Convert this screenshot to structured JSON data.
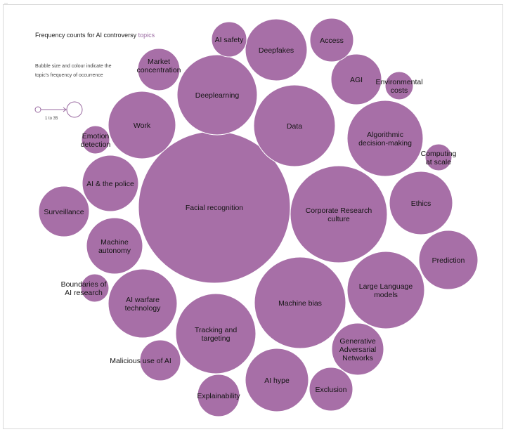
{
  "corner_mark": "—",
  "header": {
    "title_prefix": "Frequency counts for AI controversy ",
    "title_accent": "topics",
    "subtitle": "Bubble size and colour indicate the topic's frequency of occurrence",
    "legend_scale": "1 to 35"
  },
  "colors": {
    "bubble": "#a76fa7",
    "accent": "#9a6aa1",
    "label": "#141414"
  },
  "chart_data": {
    "type": "bubble",
    "title": "Frequency counts for AI controversy topics",
    "subtitle": "Bubble size and colour indicate the topic's frequency of occurrence",
    "size_scale": "1 to 35",
    "topics": [
      {
        "name": "Facial recognition",
        "relative_size": 35
      },
      {
        "name": "Corporate Research culture",
        "relative_size": 12.5
      },
      {
        "name": "Data",
        "relative_size": 12
      },
      {
        "name": "Machine bias",
        "relative_size": 10.5
      },
      {
        "name": "Deeplearning",
        "relative_size": 7.5
      },
      {
        "name": "Algorithmic decision-making",
        "relative_size": 7.5
      },
      {
        "name": "Tracking and targeting",
        "relative_size": 7.5
      },
      {
        "name": "Large Language models",
        "relative_size": 7
      },
      {
        "name": "Work",
        "relative_size": 6
      },
      {
        "name": "AI hype",
        "relative_size": 5
      },
      {
        "name": "AI warfare technology",
        "relative_size": 5
      },
      {
        "name": "Deepfakes",
        "relative_size": 4
      },
      {
        "name": "Ethics",
        "relative_size": 4
      },
      {
        "name": "Prediction",
        "relative_size": 4
      },
      {
        "name": "AI & the police",
        "relative_size": 4
      },
      {
        "name": "Machine autonomy",
        "relative_size": 4
      },
      {
        "name": "Surveillance",
        "relative_size": 3
      },
      {
        "name": "AGI",
        "relative_size": 2.5
      },
      {
        "name": "Generative Adversarial Networks",
        "relative_size": 2.5
      },
      {
        "name": "Access",
        "relative_size": 2
      },
      {
        "name": "Exclusion",
        "relative_size": 2
      },
      {
        "name": "Explainability",
        "relative_size": 2
      },
      {
        "name": "Market concentration",
        "relative_size": 2
      },
      {
        "name": "Malicious use of AI",
        "relative_size": 1.8
      },
      {
        "name": "AI safety",
        "relative_size": 1.5
      },
      {
        "name": "Environmental costs",
        "relative_size": 1
      },
      {
        "name": "Computing at scale",
        "relative_size": 1
      },
      {
        "name": "Emotion detection",
        "relative_size": 1
      },
      {
        "name": "Boundaries of AI research",
        "relative_size": 1
      }
    ]
  }
}
